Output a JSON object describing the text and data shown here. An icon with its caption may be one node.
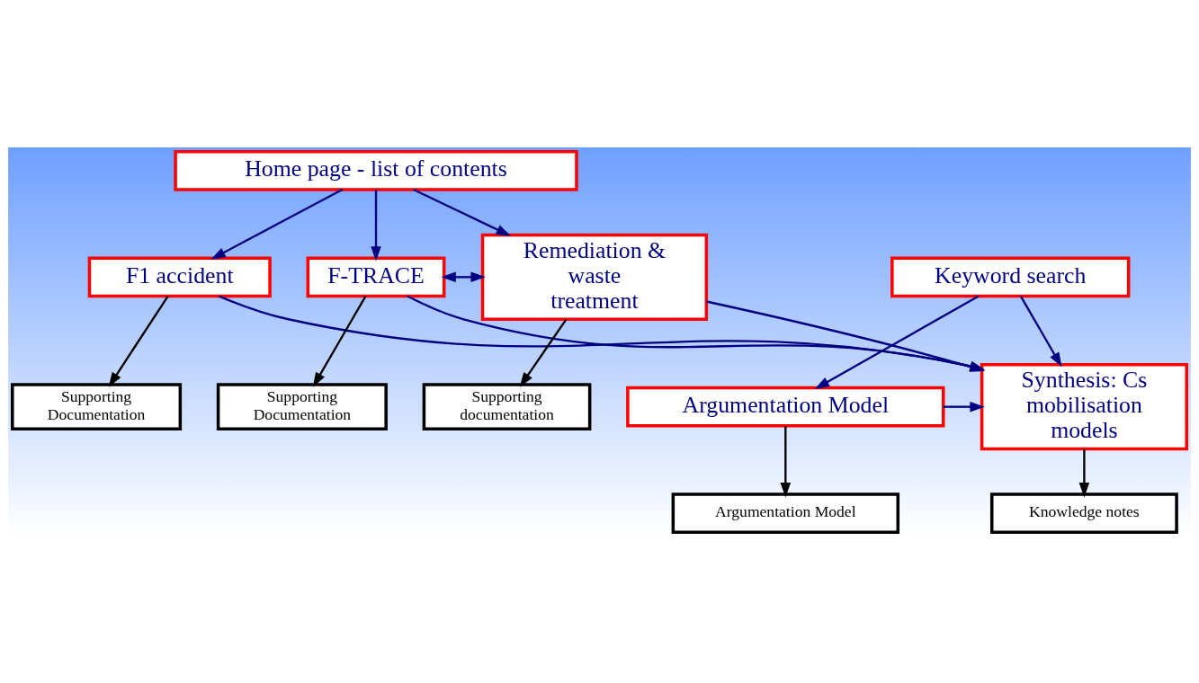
{
  "diagram": {
    "nodes": [
      {
        "text": [
          "Home page - list of contents"
        ]
      },
      {
        "text": [
          "F1 accident"
        ]
      },
      {
        "text": [
          "F-TRACE"
        ]
      },
      {
        "text": [
          "Remediation & waste treatment"
        ]
      },
      {
        "text": [
          "Supporting Documentation"
        ]
      },
      {
        "text": [
          "Supporting Documentation"
        ]
      },
      {
        "text": [
          "Supporting documentation"
        ]
      },
      {
        "text": [
          "Argumentation Model"
        ]
      },
      {
        "text": [
          "Synthesis: Cs mobilisation models"
        ]
      },
      {
        "text": [
          "Argumentation Model"
        ]
      },
      {
        "text": [
          "Knowledge notes"
        ]
      },
      {
        "text": [
          "Keyword search"
        ]
      }
    ],
    "edges": [
      {
        "from": 0,
        "to": 1,
        "arrow": "to"
      },
      {
        "from": 0,
        "to": 2,
        "arrow": "to"
      },
      {
        "from": 0,
        "to": 3,
        "arrow": "to"
      },
      {
        "from": 2,
        "to": 3,
        "arrow": "both"
      },
      {
        "from": 1,
        "to": 4,
        "arrow": "to",
        "color": "#000000"
      },
      {
        "from": 2,
        "to": 5,
        "arrow": "to",
        "color": "#000000"
      },
      {
        "from": 3,
        "to": 6,
        "arrow": "to",
        "color": "#000000"
      },
      {
        "from": 1,
        "to": 8,
        "arrow": "to"
      },
      {
        "from": 2,
        "to": 8,
        "arrow": "to"
      },
      {
        "from": 3,
        "to": 8,
        "arrow": "to"
      },
      {
        "from": 7,
        "to": 8,
        "arrow": "to"
      },
      {
        "from": 7,
        "to": 9,
        "arrow": "to",
        "color": "#000000"
      },
      {
        "from": 8,
        "to": 10,
        "arrow": "to",
        "color": "#000000"
      },
      {
        "from": 11,
        "to": 7,
        "arrow": "to"
      },
      {
        "from": 11,
        "to": 8,
        "arrow": "to"
      }
    ]
  }
}
